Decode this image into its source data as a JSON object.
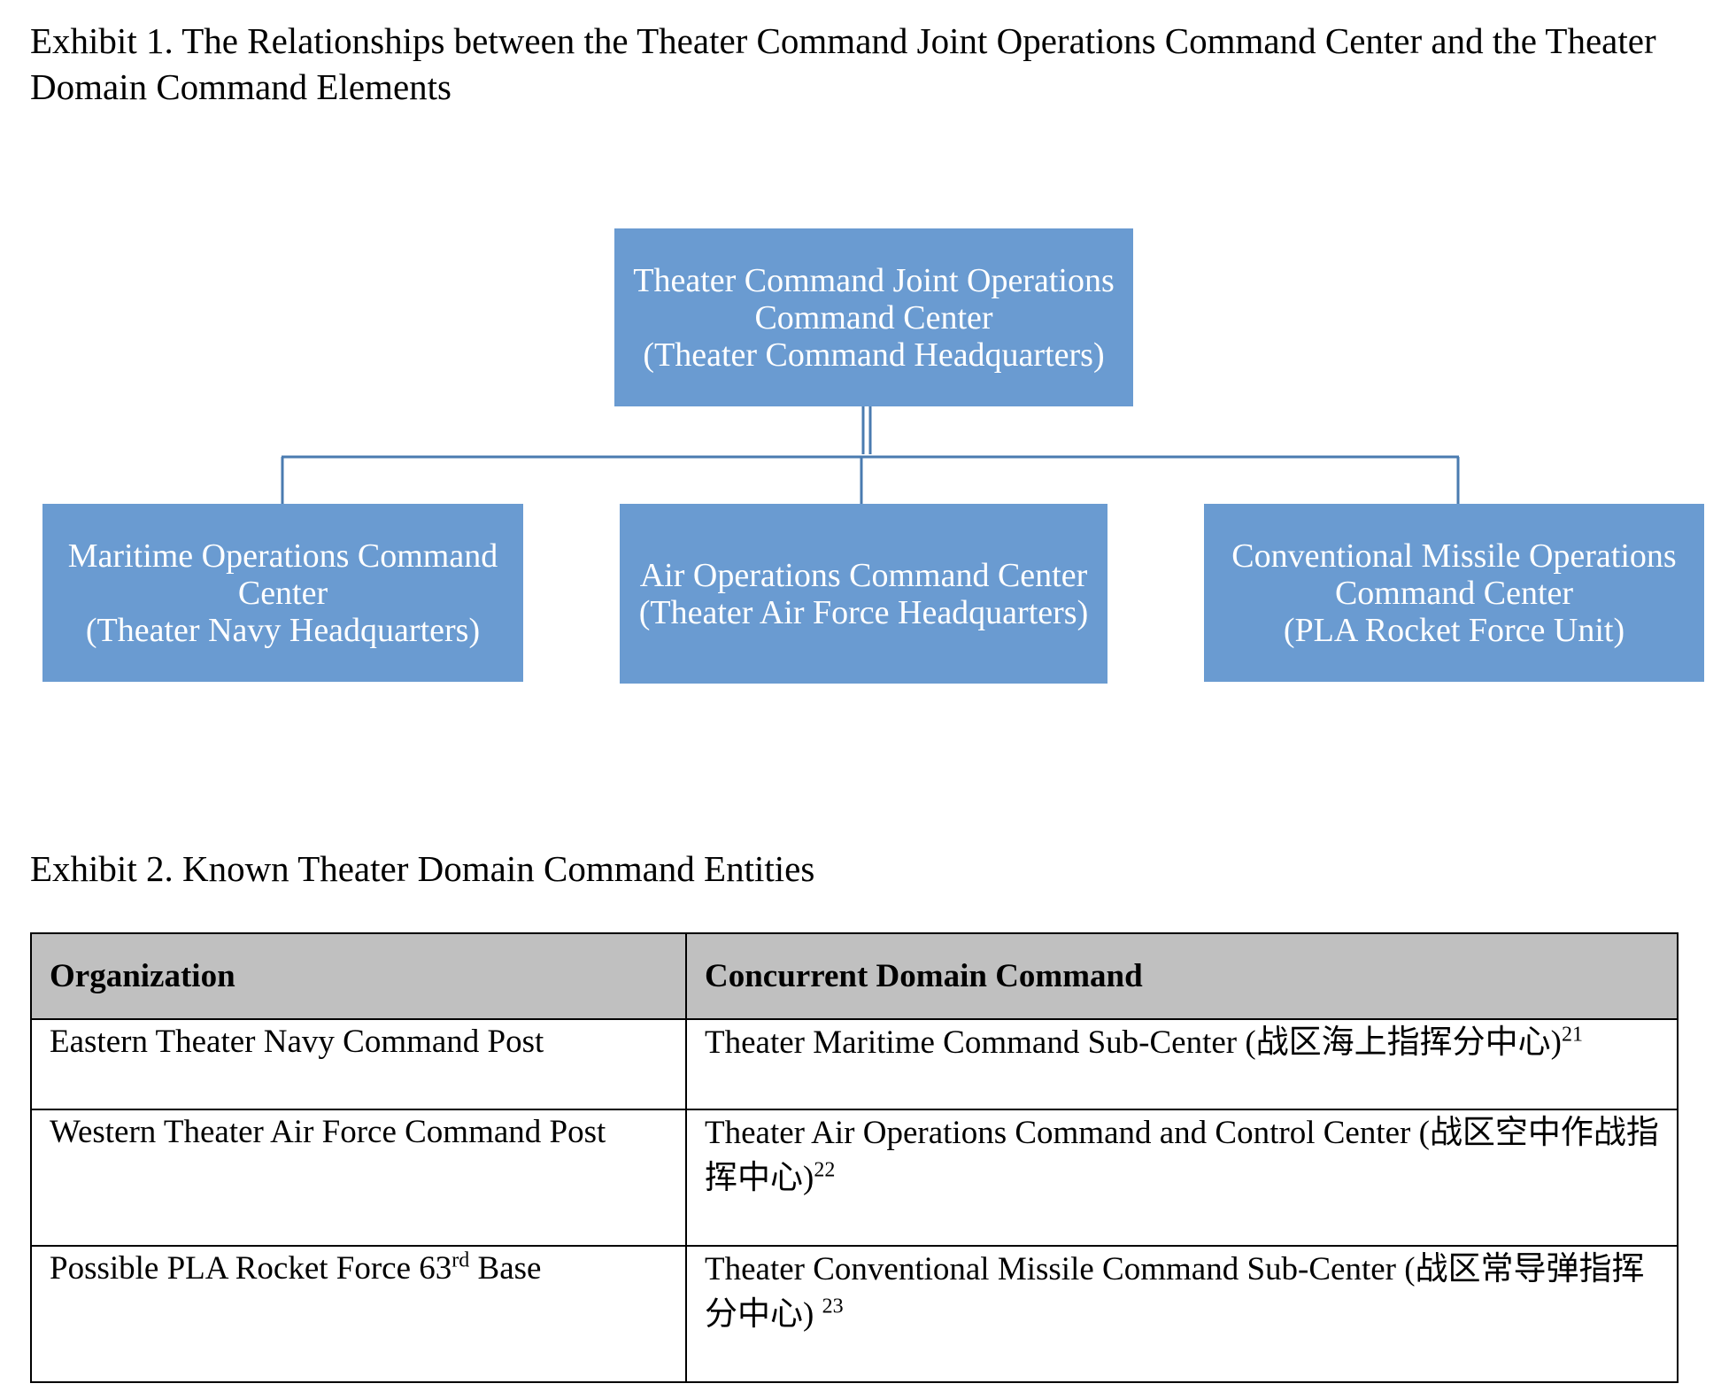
{
  "exhibit1": {
    "caption": "Exhibit 1. The Relationships between the Theater Command Joint Operations Command Center and the Theater Domain Command Elements",
    "top_box": {
      "line1": "Theater Command Joint Operations",
      "line2": "Command Center",
      "line3": "(Theater Command Headquarters)"
    },
    "child_boxes": [
      {
        "line1": "Maritime Operations Command",
        "line2": "Center",
        "line3": "(Theater Navy Headquarters)"
      },
      {
        "line1": "Air Operations Command Center",
        "line2": "(Theater Air Force Headquarters)"
      },
      {
        "line1": "Conventional Missile Operations",
        "line2": "Command Center",
        "line3": "(PLA Rocket Force Unit)"
      }
    ],
    "box_color": "#6a9bd1"
  },
  "exhibit2": {
    "caption": "Exhibit 2. Known Theater Domain Command Entities",
    "headers": [
      "Organization",
      "Concurrent Domain Command"
    ],
    "header_bg": "#c0c0c0",
    "rows": [
      {
        "organization": "Eastern Theater Navy Command Post",
        "command_text": "Theater Maritime Command Sub-Center (",
        "command_cjk": "战区海上指挥分中心",
        "command_close": ")",
        "footnote": "21"
      },
      {
        "organization": "Western Theater Air Force Command Post",
        "command_text": "Theater Air Operations Command and Control Center (",
        "command_cjk": "战区空中作战指挥中心",
        "command_close": ")",
        "footnote": "22"
      },
      {
        "organization_pre": "Possible PLA Rocket Force 63",
        "organization_sup": "rd",
        "organization_post": " Base",
        "command_text": "Theater Conventional Missile Command Sub-Center (",
        "command_cjk": "战区常导弹指挥分中心",
        "command_close": ") ",
        "footnote": "23"
      }
    ]
  }
}
